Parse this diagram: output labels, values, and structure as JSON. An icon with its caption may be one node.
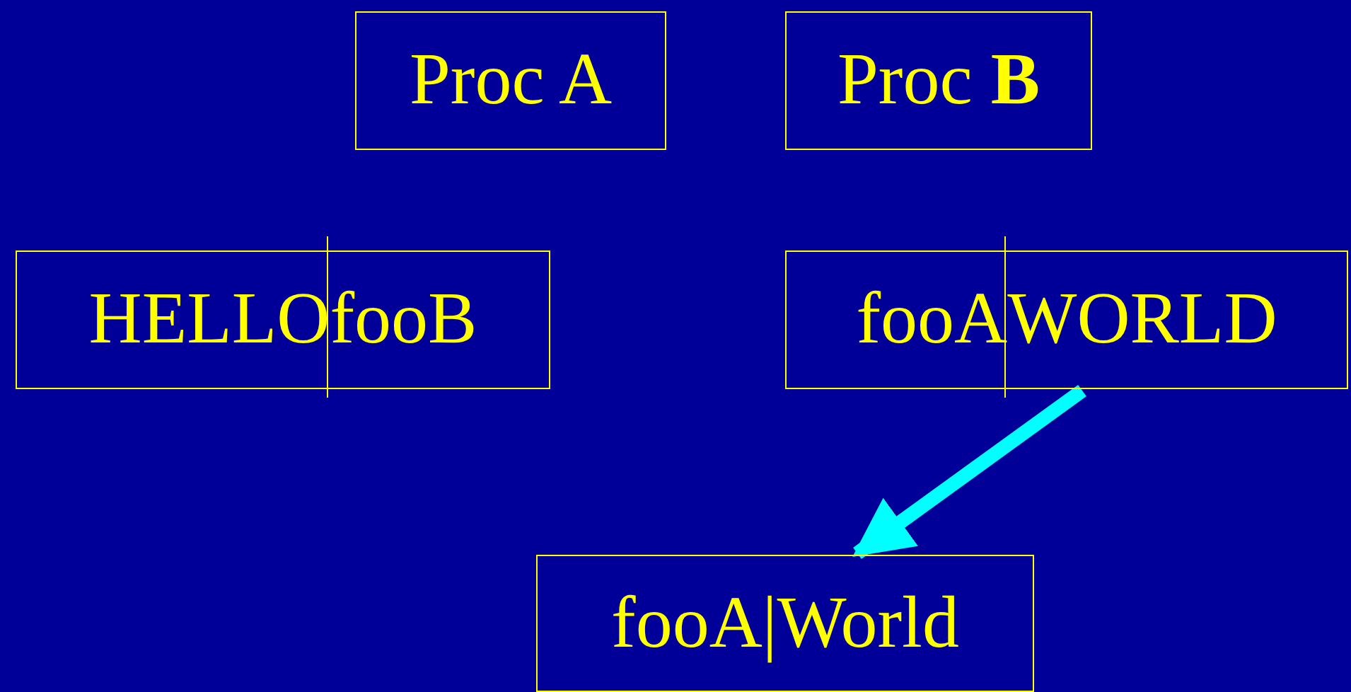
{
  "diagram": {
    "nodes": [
      {
        "text": [
          "Proc A"
        ]
      },
      {
        "text": [
          "Proc **B**"
        ]
      },
      {
        "text": [
          "HELLO",
          "fooB"
        ]
      },
      {
        "text": [
          "fooA",
          "WORLD"
        ]
      },
      {
        "text": [
          "fooA|World"
        ]
      }
    ],
    "edges": [
      {
        "from": 3,
        "to": 4,
        "arrow": "to",
        "color": "#00ffff"
      }
    ]
  }
}
